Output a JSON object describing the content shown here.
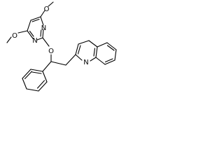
{
  "labels": {
    "o_methoxy_top": "O",
    "o_methoxy_bottom": "O",
    "o_ether": "O",
    "n_pyrimidine_1": "N",
    "n_pyrimidine_2": "N",
    "n_quinoline": "N"
  },
  "colors": {
    "bond": "#000000",
    "text": "#000000",
    "background": "#ffffff"
  }
}
